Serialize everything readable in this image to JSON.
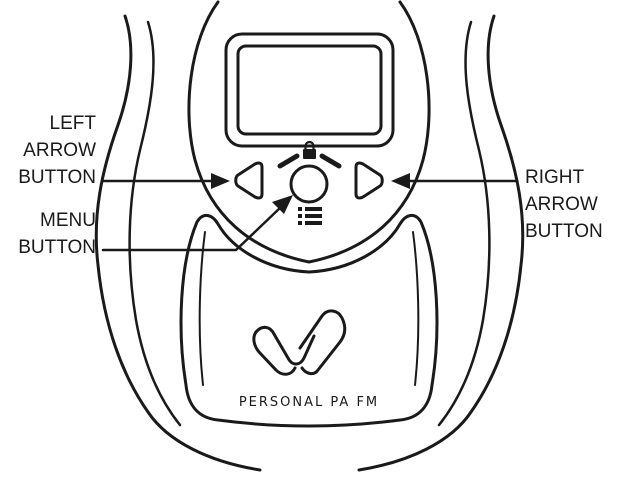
{
  "callouts": {
    "left_arrow": "LEFT\nARROW\nBUTTON",
    "menu": "MENU\nBUTTON",
    "right_arrow": "RIGHT\nARROW\nBUTTON"
  },
  "device": {
    "brand_text": "PERSONAL PA FM"
  },
  "colors": {
    "line": "#1a1a1a",
    "background": "#ffffff"
  },
  "icons": [
    "lock-icon",
    "menu-list-icon",
    "left-arrow-icon",
    "right-arrow-icon",
    "brand-logo"
  ]
}
